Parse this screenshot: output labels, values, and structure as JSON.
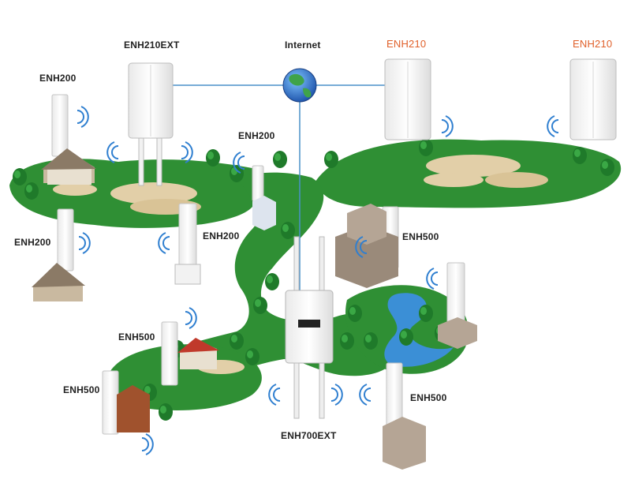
{
  "labels": {
    "internet": "Internet",
    "enh210ext": "ENH210EXT",
    "enh210_a": "ENH210",
    "enh210_b": "ENH210",
    "enh200_house": "ENH200",
    "enh200_tower": "ENH200",
    "enh200_mid": "ENH200",
    "enh200_cottage": "ENH200",
    "enh500_building": "ENH500",
    "enh500_farm": "ENH500",
    "enh500_cabin": "ENH500",
    "enh500_bottom": "ENH500",
    "enh700ext": "ENH700EXT"
  },
  "colors": {
    "land": "#2f8f34",
    "land_dark": "#1f6b26",
    "sand": "#e2cfa8",
    "water": "#3b8fd6",
    "link_line": "#4a90c8",
    "device": "#f4f4f4",
    "wifi": "#2f7fd0",
    "label_orange": "#e0602a"
  },
  "icons": [
    "globe-icon",
    "wifi-signal-icon",
    "access-point-icon",
    "cpe-antenna-icon",
    "house-icon",
    "building-icon",
    "tree-icon"
  ]
}
